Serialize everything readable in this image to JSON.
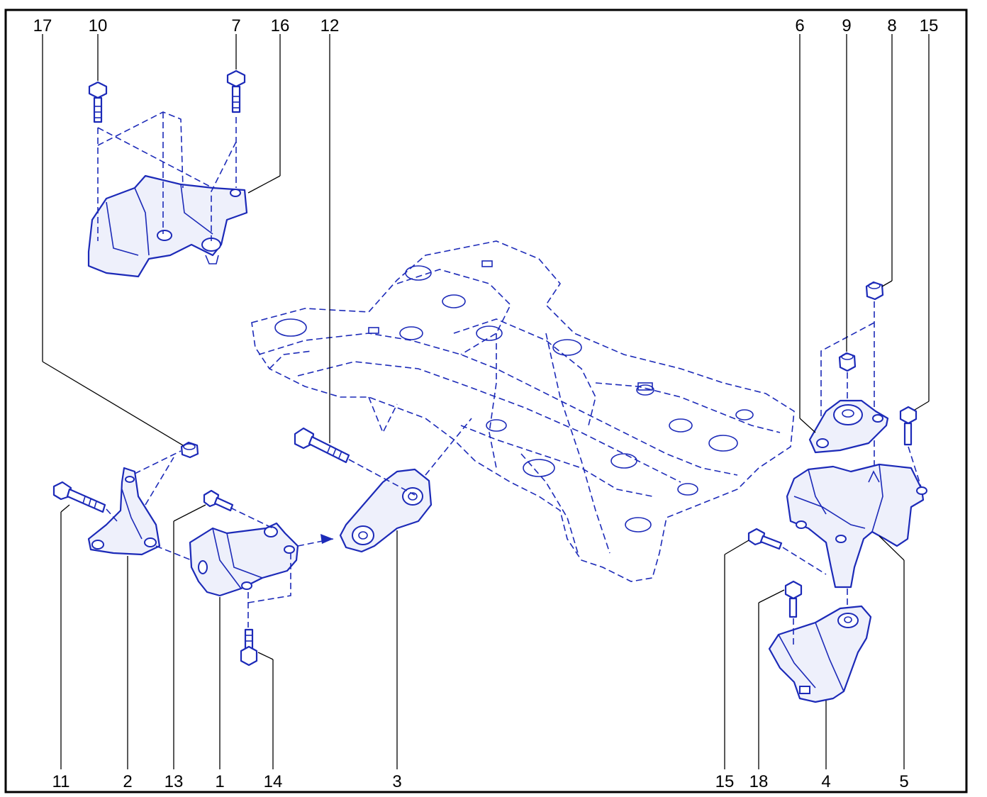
{
  "diagram": {
    "colors": {
      "line_art": "#1c2ab8",
      "text": "#000000",
      "frame": "#000000"
    },
    "callouts": {
      "c17": "17",
      "c10": "10",
      "c7": "7",
      "c16": "16",
      "c12": "12",
      "c6": "6",
      "c9": "9",
      "c8": "8",
      "c15_top": "15",
      "c11": "11",
      "c2": "2",
      "c13": "13",
      "c1": "1",
      "c14": "14",
      "c3": "3",
      "c15_bottom": "15",
      "c18": "18",
      "c4": "4",
      "c5": "5"
    }
  }
}
